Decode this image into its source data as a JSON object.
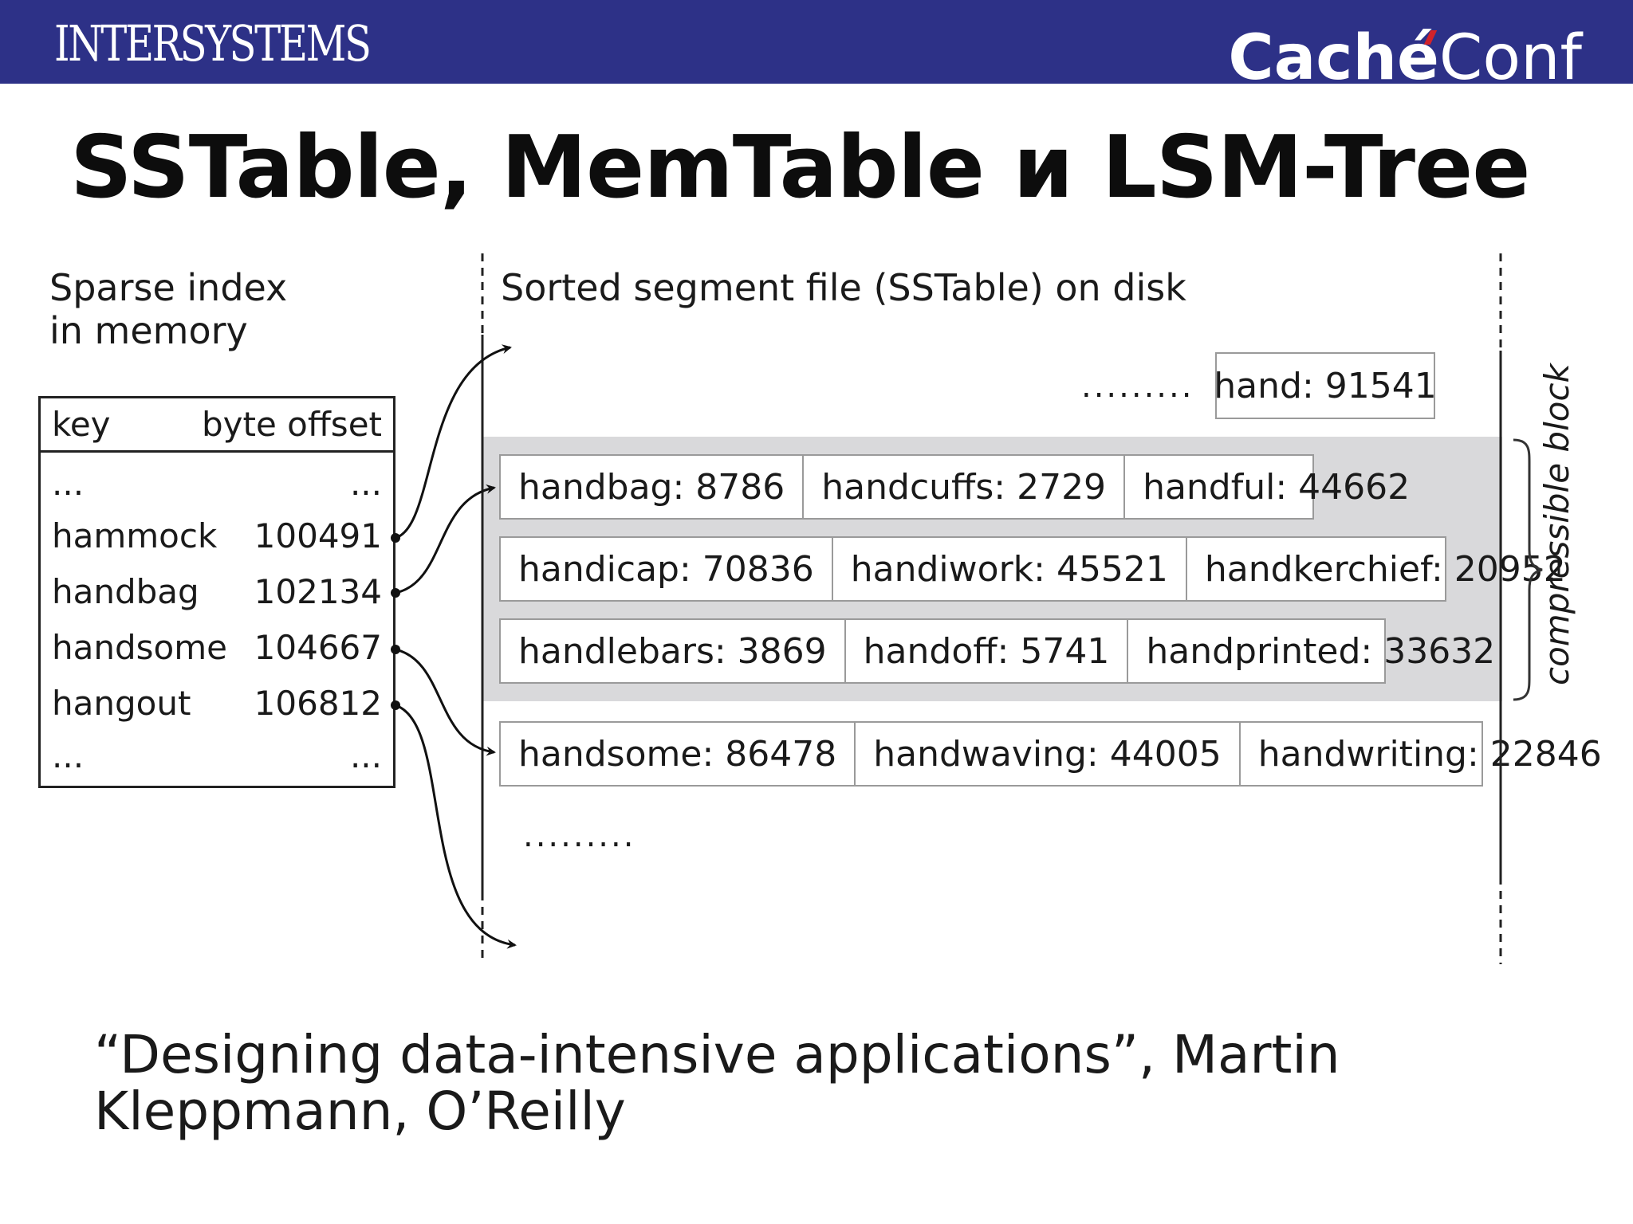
{
  "header": {
    "left_logo": "INTERSYSTEMS",
    "right_logo_bold": "Caché",
    "right_logo_regular": "Conf"
  },
  "slide": {
    "title": "SSTable, MemTable и LSM-Tree",
    "citation": "“Designing data-intensive applications”, Martin Kleppmann, O’Reilly"
  },
  "diagram": {
    "index_label_line1": "Sparse index",
    "index_label_line2": "in memory",
    "segment_label": "Sorted segment file (SSTable) on disk",
    "index_header": {
      "key": "key",
      "offset": "byte offset"
    },
    "index_rows": [
      {
        "key": "...",
        "offset": "..."
      },
      {
        "key": "hammock",
        "offset": "100491"
      },
      {
        "key": "handbag",
        "offset": "102134"
      },
      {
        "key": "handsome",
        "offset": "104667"
      },
      {
        "key": "hangout",
        "offset": "106812"
      },
      {
        "key": "...",
        "offset": "..."
      }
    ],
    "top_dots": ".........",
    "single_entry": "hand: 91541",
    "block_rows": [
      [
        "handbag: 8786",
        "handcuffs: 2729",
        "handful: 44662"
      ],
      [
        "handicap: 70836",
        "handiwork: 45521",
        "handkerchief: 20952"
      ],
      [
        "handlebars: 3869",
        "handoff: 5741",
        "handprinted: 33632"
      ]
    ],
    "after_row": [
      "handsome: 86478",
      "handwaving: 44005",
      "handwriting: 22846"
    ],
    "bottom_dots": ".........",
    "block_label": "compressible block"
  }
}
